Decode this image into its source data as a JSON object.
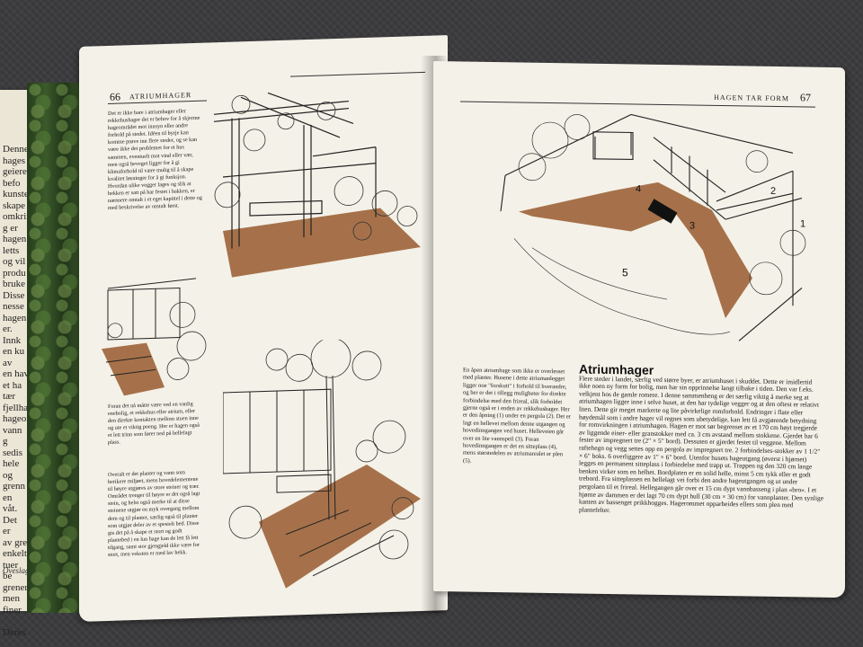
{
  "left_page": {
    "page_number": "66",
    "running_head": "ATRIUMHAGER",
    "text_top": "Det er ikke bare i atriumhager eller rekkehushager det er behov for å skjerme hageområdet mot innsyn eller andre forhold på stedet. Idéen til byrje kan komme prøve inn flere steder, og se kan være ikke det problemet for et hus sammen, eventuelt mot vind eller vær, men også beveget ligger for å gi klimaforhold til være mulig til å skape kvalitet løsninger for å gi funksjon. Hvordan ulike vegger lages og slik at hekken er satt på har festet i bakken, er nærmere omtalt i et eget kapittel i dette og med beskrivelse av omtalt først.",
    "text_middle": "Foran det nå måtte være ved en vanlig enebolig, et rekkehus eller atrium, eller den direkte kontakten mellom stuen inne og ute et viktig poeng. Her er hagen også et lett trinn som fører ned på hellelagt plass.",
    "text_bottom": "Overalt er det planter og vann som berikere miljøet, mens hovedelementene til høyre utgjøres av store steiner og trær. Området trenger til høyre er det også lagt stein, og helst også merke til at disse steinene utgjør en myk overgang mellom dem og til planter, særlig også til planter som utgjør deler av et spesielt bed. Disse gis det på å skape et stort og godt plantebed i en lun hage kan de lett få lett tilgang, samt stor gjengjeld ikke være for stort, men veksten er med lav hekk."
  },
  "underpage_text": "Denne\nhages\ngeiere\nbefo\nkunste\nskape\nomkrin\ng er\nhagen\nletts\nog vil\nprodu\nbruke\nDisse\nnesse\nhagen\ner.\nInnk\nen ku\nav\nen hav\net ha\ntær\nfjellhag\nhageom\nvann\ng\nsedis\nhele\nog\ngrenn\nen\nvåt.\nDet\ner\nav gre\nenkelt\ntuer\nbe\ngrener\nmen\nfiner\n\nDeres",
  "underpage_caption": "Oveslag",
  "right_page": {
    "page_number": "67",
    "running_head": "HAGEN TAR FORM",
    "figure_labels": [
      "1",
      "2",
      "3",
      "4",
      "5"
    ],
    "caption": "En åpen atriumhage som ikke er overlesset med planter. Husene i dette atriumanlegget ligger noe \"forskutt\" i forhold til hverandre, og her er det i tillegg muligheter for direkte forbindelse med den frireal, slik forholdet gjerne også er i enden av rekkehushager. Her er den åpning (1) under en pergola (2). Det er lagt en hellevei mellom denne utgangen og hovedinngangen ved huset. Helleveien går over en lite vannspeil (3). Foran hovedinngangen er det en sitteplass (4), mens størstedelen av atriumarealet er plen (5).",
    "section_title": "Atriumhager",
    "body": "Flere steder i landet, særlig ved større byer, er atriumhuset i skuddet. Dette er imidlertid ikke noen ny form for bolig, men har sin opprinnelse langt tilbake i tiden. Den var f.eks. velkjent hos de gamle romere. I denne sammenheng er det særlig viktig å merke seg at atriumhagen ligger inne i selve huset, at den har tydelige vegger og at den oftest er relativt liten. Dette gir meget markerte og lite påvirkelige romforhold. Endringer i flate eller høydemål som i andre hager vil regnes som ubetydelige, kan lett få avgjørende betydning for romvirkningen i atriumhagen. Hagen er mot sør begrenset av et 170 cm høyt tregjerde av liggende einer- eller granstokker med ca. 3 cm avstand mellom stokkene. Gjerdet har 6 fester av impregnert tre (2\" × 5\" bord). Dessuten er gjerdet festet til veggene. Mellom raftehegn og vegg settes opp en pergola av impregnert tre. 2 forbindelses-stokker av 1 1/2\" × 6\" boks. 6 overliggere av 1\" × 6\" bord. Utenfor husets hageutgang (øverst i hjørnet) legges en permanent sitteplass i forbindelse med trapp ut. Trappen og den 320 cm lange benken virker som en helhet. Bordplaten er en solid helle, minst 5 cm tykk eller et godt trebord. Fra sitteplassen en hellelagt vei forbi den andre hageutgangen og ut under pergolaen til et frireal. Hellegangen går over et 15 cm dypt vannbasseng i plan «bro». I et hjørne av dammen er det lagt 70 cm dypt hull (30 cm × 30 cm) for vannplanter. Den synlige kanten av bassenget prikkhogges. Hagerommet opparbeides ellers som plen med plantefelter."
  }
}
